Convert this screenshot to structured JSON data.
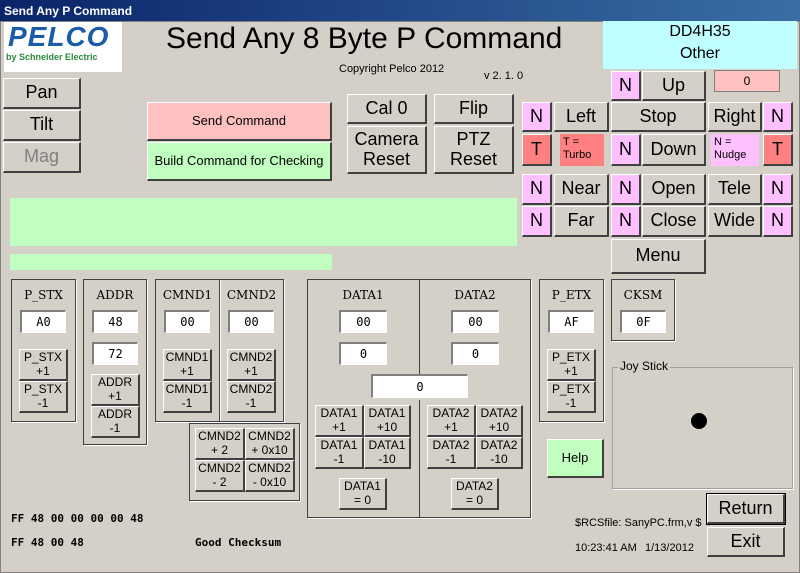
{
  "window": {
    "title": "Send Any P Command"
  },
  "logo": {
    "brand": "PELCO",
    "tagline": "by Schneider Electric"
  },
  "header": {
    "title": "Send Any 8 Byte P Command",
    "copyright": "Copyright Pelco 2012",
    "version": "v 2. 1. 0"
  },
  "device": {
    "name": "DD4H35",
    "type": "Other"
  },
  "mode_buttons": {
    "pan": "Pan",
    "tilt": "Tilt",
    "mag": "Mag"
  },
  "actions": {
    "send": "Send Command",
    "build": "Build Command for Checking",
    "cal0": "Cal 0",
    "flip": "Flip",
    "camera_reset": "Camera Reset",
    "ptz_reset": "PTZ Reset"
  },
  "ptz": {
    "up": "Up",
    "down": "Down",
    "left": "Left",
    "right": "Right",
    "stop": "Stop",
    "speed": "0",
    "n": "N",
    "t": "T",
    "turbo": "T = Turbo",
    "nudge": "N = Nudge",
    "near": "Near",
    "far": "Far",
    "open": "Open",
    "close": "Close",
    "tele": "Tele",
    "wide": "Wide",
    "menu": "Menu"
  },
  "bytes": {
    "p_stx": {
      "label": "P_STX",
      "value": "A0",
      "plus": "P_STX +1",
      "minus": "P_STX -1"
    },
    "addr": {
      "label": "ADDR",
      "value": "48",
      "decimal": "72",
      "plus": "ADDR +1",
      "minus": "ADDR -1"
    },
    "cmnd1": {
      "label": "CMND1",
      "value": "00",
      "plus": "CMND1 +1",
      "minus": "CMND1 -1"
    },
    "cmnd2": {
      "label": "CMND2",
      "value": "00",
      "plus": "CMND2 +1",
      "minus": "CMND2 -1",
      "plus2": "CMND2 + 2",
      "plus10": "CMND2 + 0x10",
      "minus2": "CMND2 - 2",
      "minus10": "CMND2 - 0x10"
    },
    "data1": {
      "label": "DATA1",
      "value": "00",
      "decimal": "0",
      "plus1": "DATA1 +1",
      "plus10": "DATA1 +10",
      "minus1": "DATA1 -1",
      "minus10": "DATA1 -10",
      "zero": "DATA1 = 0"
    },
    "data2": {
      "label": "DATA2",
      "value": "00",
      "decimal": "0",
      "plus1": "DATA2 +1",
      "plus10": "DATA2 +10",
      "minus1": "DATA2 -1",
      "minus10": "DATA2 -10",
      "zero": "DATA2 = 0"
    },
    "data_combined": "0",
    "p_etx": {
      "label": "P_ETX",
      "value": "AF",
      "plus": "P_ETX +1",
      "minus": "P_ETX -1"
    },
    "cksm": {
      "label": "CKSM",
      "value": "0F"
    }
  },
  "joystick": {
    "label": "Joy Stick"
  },
  "help": "Help",
  "output": {
    "line1": "FF 48 00 00 00 00 48",
    "line2": "FF 48 00 48",
    "checksum_status": "Good Checksum"
  },
  "footer": {
    "rcsfile": "$RCSfile: SanyPC.frm,v $",
    "time": "10:23:41 AM",
    "date": "1/13/2012"
  },
  "nav": {
    "return": "Return",
    "exit": "Exit"
  },
  "colors": {
    "nudge": "#ffc0ff",
    "turbo": "#ff8080",
    "send": "#ffc0c0",
    "build": "#c0ffc0",
    "device": "#c0ffff"
  }
}
